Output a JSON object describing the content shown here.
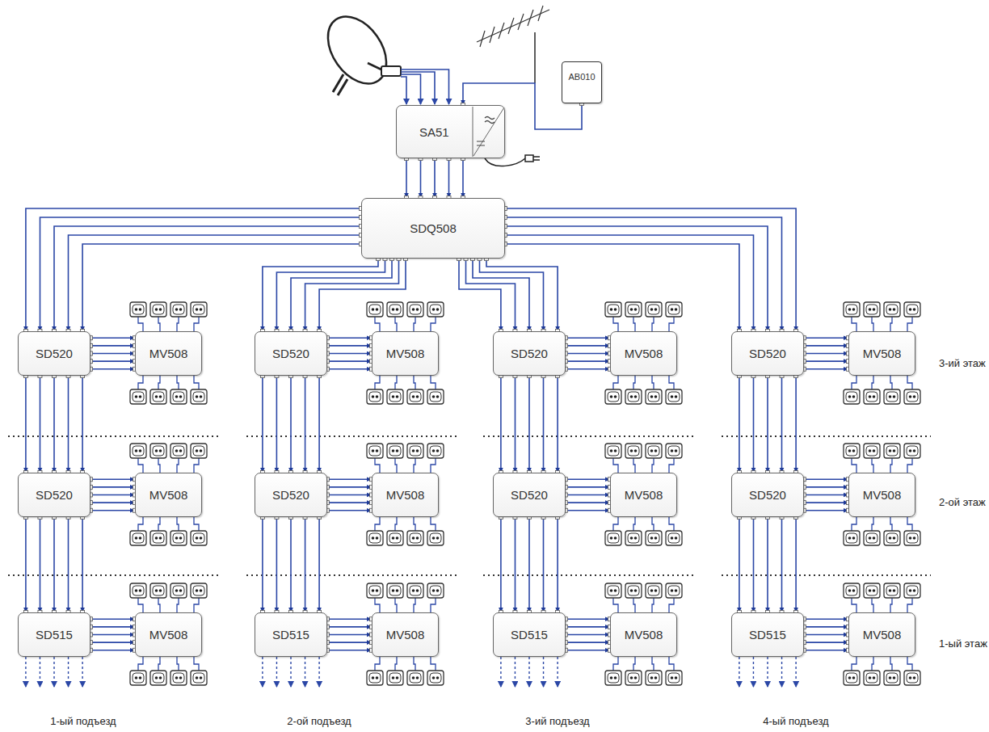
{
  "diagram": {
    "nodes": [
      {
        "text": [
          "AB010"
        ]
      },
      {
        "text": [
          "SA51"
        ]
      },
      {
        "text": [
          "SDQ508"
        ]
      },
      {
        "text": [
          "SD520"
        ]
      },
      {
        "text": [
          "MV508"
        ]
      },
      {
        "text": [
          "SD520"
        ]
      },
      {
        "text": [
          "MV508"
        ]
      },
      {
        "text": [
          "SD515"
        ]
      },
      {
        "text": [
          "MV508"
        ]
      },
      {
        "text": [
          "SD520"
        ]
      },
      {
        "text": [
          "MV508"
        ]
      },
      {
        "text": [
          "SD520"
        ]
      },
      {
        "text": [
          "MV508"
        ]
      },
      {
        "text": [
          "SD515"
        ]
      },
      {
        "text": [
          "MV508"
        ]
      },
      {
        "text": [
          "SD520"
        ]
      },
      {
        "text": [
          "MV508"
        ]
      },
      {
        "text": [
          "SD520"
        ]
      },
      {
        "text": [
          "MV508"
        ]
      },
      {
        "text": [
          "SD515"
        ]
      },
      {
        "text": [
          "MV508"
        ]
      },
      {
        "text": [
          "SD520"
        ]
      },
      {
        "text": [
          "MV508"
        ]
      },
      {
        "text": [
          "SD520"
        ]
      },
      {
        "text": [
          "MV508"
        ]
      },
      {
        "text": [
          "SD515"
        ]
      },
      {
        "text": [
          "MV508"
        ]
      }
    ],
    "edges": [
      {
        "from": 0,
        "to": 1,
        "arrow": "to"
      },
      {
        "from": 1,
        "to": 2,
        "arrow": "to"
      },
      {
        "from": 1,
        "to": 2,
        "arrow": "to"
      },
      {
        "from": 1,
        "to": 2,
        "arrow": "to"
      },
      {
        "from": 1,
        "to": 2,
        "arrow": "to"
      },
      {
        "from": 1,
        "to": 2,
        "arrow": "to"
      },
      {
        "from": 2,
        "to": 3,
        "arrow": "to"
      },
      {
        "from": 2,
        "to": 3,
        "arrow": "to"
      },
      {
        "from": 2,
        "to": 3,
        "arrow": "to"
      },
      {
        "from": 2,
        "to": 3,
        "arrow": "to"
      },
      {
        "from": 2,
        "to": 3,
        "arrow": "to"
      },
      {
        "from": 2,
        "to": 9,
        "arrow": "to"
      },
      {
        "from": 2,
        "to": 9,
        "arrow": "to"
      },
      {
        "from": 2,
        "to": 9,
        "arrow": "to"
      },
      {
        "from": 2,
        "to": 9,
        "arrow": "to"
      },
      {
        "from": 2,
        "to": 9,
        "arrow": "to"
      },
      {
        "from": 2,
        "to": 15,
        "arrow": "to"
      },
      {
        "from": 2,
        "to": 15,
        "arrow": "to"
      },
      {
        "from": 2,
        "to": 15,
        "arrow": "to"
      },
      {
        "from": 2,
        "to": 15,
        "arrow": "to"
      },
      {
        "from": 2,
        "to": 15,
        "arrow": "to"
      },
      {
        "from": 2,
        "to": 21,
        "arrow": "to"
      },
      {
        "from": 2,
        "to": 21,
        "arrow": "to"
      },
      {
        "from": 2,
        "to": 21,
        "arrow": "to"
      },
      {
        "from": 2,
        "to": 21,
        "arrow": "to"
      },
      {
        "from": 2,
        "to": 21,
        "arrow": "to"
      },
      {
        "from": 3,
        "to": 5,
        "arrow": "to"
      },
      {
        "from": 3,
        "to": 5,
        "arrow": "to"
      },
      {
        "from": 3,
        "to": 5,
        "arrow": "to"
      },
      {
        "from": 3,
        "to": 5,
        "arrow": "to"
      },
      {
        "from": 3,
        "to": 5,
        "arrow": "to"
      },
      {
        "from": 5,
        "to": 7,
        "arrow": "to"
      },
      {
        "from": 5,
        "to": 7,
        "arrow": "to"
      },
      {
        "from": 5,
        "to": 7,
        "arrow": "to"
      },
      {
        "from": 5,
        "to": 7,
        "arrow": "to"
      },
      {
        "from": 5,
        "to": 7,
        "arrow": "to"
      },
      {
        "from": 9,
        "to": 11,
        "arrow": "to"
      },
      {
        "from": 9,
        "to": 11,
        "arrow": "to"
      },
      {
        "from": 9,
        "to": 11,
        "arrow": "to"
      },
      {
        "from": 9,
        "to": 11,
        "arrow": "to"
      },
      {
        "from": 9,
        "to": 11,
        "arrow": "to"
      },
      {
        "from": 11,
        "to": 13,
        "arrow": "to"
      },
      {
        "from": 11,
        "to": 13,
        "arrow": "to"
      },
      {
        "from": 11,
        "to": 13,
        "arrow": "to"
      },
      {
        "from": 11,
        "to": 13,
        "arrow": "to"
      },
      {
        "from": 11,
        "to": 13,
        "arrow": "to"
      },
      {
        "from": 15,
        "to": 17,
        "arrow": "to"
      },
      {
        "from": 15,
        "to": 17,
        "arrow": "to"
      },
      {
        "from": 15,
        "to": 17,
        "arrow": "to"
      },
      {
        "from": 15,
        "to": 17,
        "arrow": "to"
      },
      {
        "from": 15,
        "to": 17,
        "arrow": "to"
      },
      {
        "from": 17,
        "to": 19,
        "arrow": "to"
      },
      {
        "from": 17,
        "to": 19,
        "arrow": "to"
      },
      {
        "from": 17,
        "to": 19,
        "arrow": "to"
      },
      {
        "from": 17,
        "to": 19,
        "arrow": "to"
      },
      {
        "from": 17,
        "to": 19,
        "arrow": "to"
      },
      {
        "from": 21,
        "to": 23,
        "arrow": "to"
      },
      {
        "from": 21,
        "to": 23,
        "arrow": "to"
      },
      {
        "from": 21,
        "to": 23,
        "arrow": "to"
      },
      {
        "from": 21,
        "to": 23,
        "arrow": "to"
      },
      {
        "from": 21,
        "to": 23,
        "arrow": "to"
      },
      {
        "from": 23,
        "to": 25,
        "arrow": "to"
      },
      {
        "from": 23,
        "to": 25,
        "arrow": "to"
      },
      {
        "from": 23,
        "to": 25,
        "arrow": "to"
      },
      {
        "from": 23,
        "to": 25,
        "arrow": "to"
      },
      {
        "from": 23,
        "to": 25,
        "arrow": "to"
      },
      {
        "from": 3,
        "to": 4,
        "arrow": "to"
      },
      {
        "from": 3,
        "to": 4,
        "arrow": "to"
      },
      {
        "from": 3,
        "to": 4,
        "arrow": "to"
      },
      {
        "from": 3,
        "to": 4,
        "arrow": "to"
      },
      {
        "from": 3,
        "to": 4,
        "arrow": "to"
      },
      {
        "from": 5,
        "to": 6,
        "arrow": "to"
      },
      {
        "from": 5,
        "to": 6,
        "arrow": "to"
      },
      {
        "from": 5,
        "to": 6,
        "arrow": "to"
      },
      {
        "from": 5,
        "to": 6,
        "arrow": "to"
      },
      {
        "from": 5,
        "to": 6,
        "arrow": "to"
      },
      {
        "from": 7,
        "to": 8,
        "arrow": "to"
      },
      {
        "from": 7,
        "to": 8,
        "arrow": "to"
      },
      {
        "from": 7,
        "to": 8,
        "arrow": "to"
      },
      {
        "from": 7,
        "to": 8,
        "arrow": "to"
      },
      {
        "from": 7,
        "to": 8,
        "arrow": "to"
      },
      {
        "from": 9,
        "to": 10,
        "arrow": "to"
      },
      {
        "from": 9,
        "to": 10,
        "arrow": "to"
      },
      {
        "from": 9,
        "to": 10,
        "arrow": "to"
      },
      {
        "from": 9,
        "to": 10,
        "arrow": "to"
      },
      {
        "from": 9,
        "to": 10,
        "arrow": "to"
      },
      {
        "from": 11,
        "to": 12,
        "arrow": "to"
      },
      {
        "from": 11,
        "to": 12,
        "arrow": "to"
      },
      {
        "from": 11,
        "to": 12,
        "arrow": "to"
      },
      {
        "from": 11,
        "to": 12,
        "arrow": "to"
      },
      {
        "from": 11,
        "to": 12,
        "arrow": "to"
      },
      {
        "from": 13,
        "to": 14,
        "arrow": "to"
      },
      {
        "from": 13,
        "to": 14,
        "arrow": "to"
      },
      {
        "from": 13,
        "to": 14,
        "arrow": "to"
      },
      {
        "from": 13,
        "to": 14,
        "arrow": "to"
      },
      {
        "from": 13,
        "to": 14,
        "arrow": "to"
      },
      {
        "from": 15,
        "to": 16,
        "arrow": "to"
      },
      {
        "from": 15,
        "to": 16,
        "arrow": "to"
      },
      {
        "from": 15,
        "to": 16,
        "arrow": "to"
      },
      {
        "from": 15,
        "to": 16,
        "arrow": "to"
      },
      {
        "from": 15,
        "to": 16,
        "arrow": "to"
      },
      {
        "from": 17,
        "to": 18,
        "arrow": "to"
      },
      {
        "from": 17,
        "to": 18,
        "arrow": "to"
      },
      {
        "from": 17,
        "to": 18,
        "arrow": "to"
      },
      {
        "from": 17,
        "to": 18,
        "arrow": "to"
      },
      {
        "from": 17,
        "to": 18,
        "arrow": "to"
      },
      {
        "from": 19,
        "to": 20,
        "arrow": "to"
      },
      {
        "from": 19,
        "to": 20,
        "arrow": "to"
      },
      {
        "from": 19,
        "to": 20,
        "arrow": "to"
      },
      {
        "from": 19,
        "to": 20,
        "arrow": "to"
      },
      {
        "from": 19,
        "to": 20,
        "arrow": "to"
      },
      {
        "from": 21,
        "to": 22,
        "arrow": "to"
      },
      {
        "from": 21,
        "to": 22,
        "arrow": "to"
      },
      {
        "from": 21,
        "to": 22,
        "arrow": "to"
      },
      {
        "from": 21,
        "to": 22,
        "arrow": "to"
      },
      {
        "from": 21,
        "to": 22,
        "arrow": "to"
      },
      {
        "from": 23,
        "to": 24,
        "arrow": "to"
      },
      {
        "from": 23,
        "to": 24,
        "arrow": "to"
      },
      {
        "from": 23,
        "to": 24,
        "arrow": "to"
      },
      {
        "from": 23,
        "to": 24,
        "arrow": "to"
      },
      {
        "from": 23,
        "to": 24,
        "arrow": "to"
      },
      {
        "from": 25,
        "to": 26,
        "arrow": "to"
      },
      {
        "from": 25,
        "to": 26,
        "arrow": "to"
      },
      {
        "from": 25,
        "to": 26,
        "arrow": "to"
      },
      {
        "from": 25,
        "to": 26,
        "arrow": "to"
      },
      {
        "from": 25,
        "to": 26,
        "arrow": "to"
      }
    ],
    "labels": [
      "3-ий этаж",
      "2-ой этаж",
      "1-ый этаж",
      "1-ый подъезд",
      "2-ой подъезд",
      "3-ий подъезд",
      "4-ый подъезд"
    ]
  }
}
